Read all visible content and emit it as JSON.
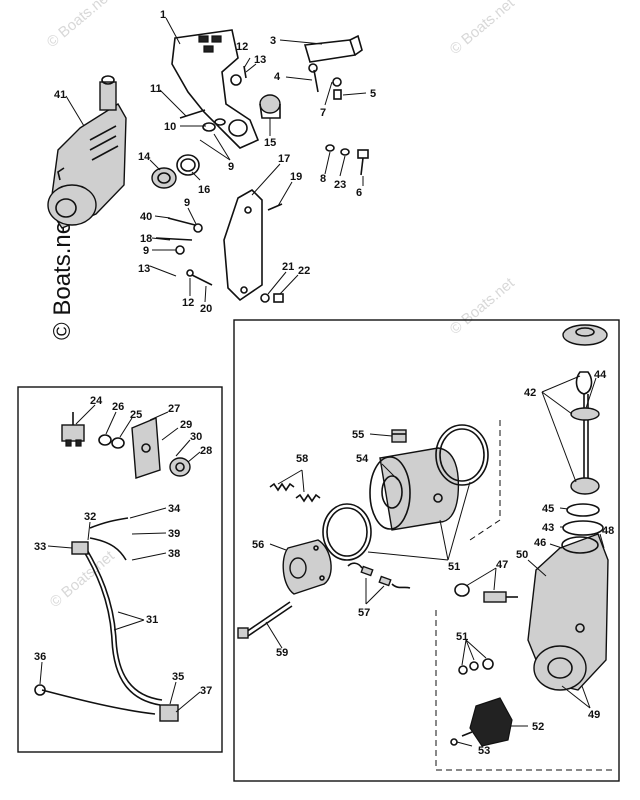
{
  "watermark": {
    "text": "© Boats.net"
  },
  "callouts": {
    "c1": "1",
    "c3": "3",
    "c4": "4",
    "c5": "5",
    "c6": "6",
    "c7": "7",
    "c8": "8",
    "c9a": "9",
    "c9b": "9",
    "c9c": "9",
    "c10": "10",
    "c11": "11",
    "c12a": "12",
    "c12b": "12",
    "c13a": "13",
    "c13b": "13",
    "c14": "14",
    "c15": "15",
    "c16": "16",
    "c17": "17",
    "c18": "18",
    "c19": "19",
    "c20": "20",
    "c21": "21",
    "c22": "22",
    "c23": "23",
    "c24": "24",
    "c25": "25",
    "c26": "26",
    "c27": "27",
    "c28": "28",
    "c29": "29",
    "c30": "30",
    "c31": "31",
    "c32": "32",
    "c33": "33",
    "c34": "34",
    "c35": "35",
    "c36": "36",
    "c37": "37",
    "c38": "38",
    "c39": "39",
    "c40": "40",
    "c41": "41",
    "c42": "42",
    "c43": "43",
    "c44": "44",
    "c45": "45",
    "c46": "46",
    "c47": "47",
    "c48": "48",
    "c49": "49",
    "c50": "50",
    "c51a": "51",
    "c51b": "51",
    "c52": "52",
    "c53": "53",
    "c54": "54",
    "c55": "55",
    "c56": "56",
    "c57": "57",
    "c58": "58",
    "c59": "59"
  }
}
